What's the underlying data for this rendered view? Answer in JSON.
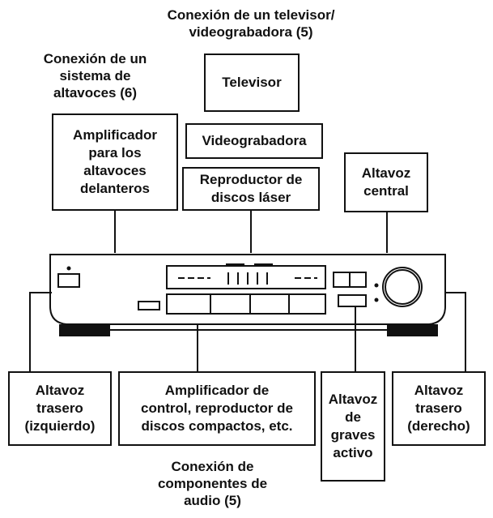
{
  "captions": {
    "tv_vcr": "Conexión de un televisor/\nvideograbadora (5)",
    "speakers": "Conexión de un\nsistema de\naltavoces (6)",
    "audio": "Conexión de\ncomponentes de\naudio (5)"
  },
  "boxes": {
    "televisor": "Televisor",
    "videograbadora": "Videograbadora",
    "amplificador_delanteros": "Amplificador\npara los\naltavoces\ndelanteros",
    "reproductor_laser": "Reproductor de\ndiscos láser",
    "altavoz_central": "Altavoz\ncentral",
    "trasero_izq": "Altavoz\ntrasero\n(izquierdo)",
    "amplificador_control": "Amplificador de\ncontrol, reproductor de\ndiscos compactos, etc.",
    "graves": "Altavoz\nde\ngraves\nactivo",
    "trasero_der": "Altavoz\ntrasero\n(derecho)"
  },
  "colors": {
    "line": "#111111",
    "background": "#ffffff"
  }
}
